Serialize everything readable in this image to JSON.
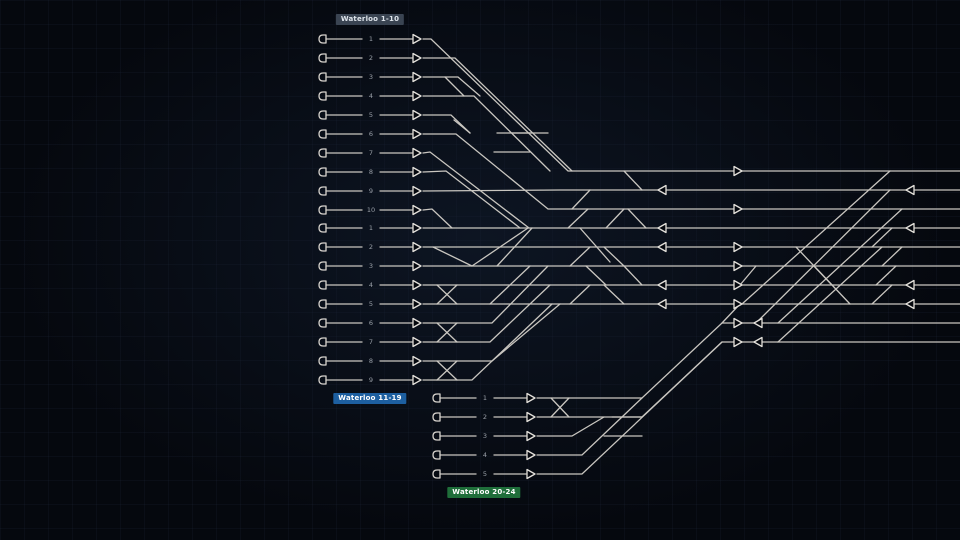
{
  "groups": [
    {
      "id": "w1",
      "label": "Waterloo 1-10",
      "color": "#3a4452",
      "text_color": "#dfe5ec",
      "platforms": [
        "1",
        "2",
        "3",
        "4",
        "5",
        "6",
        "7",
        "8",
        "9",
        "10"
      ]
    },
    {
      "id": "w2",
      "label": "Waterloo 11-19",
      "color": "#1d5fa0",
      "text_color": "#ffffff",
      "platforms": [
        "1",
        "2",
        "3",
        "4",
        "5",
        "6",
        "7",
        "8",
        "9"
      ]
    },
    {
      "id": "w3",
      "label": "Waterloo 20-24",
      "color": "#1f6e3a",
      "text_color": "#ffffff",
      "platforms": [
        "1",
        "2",
        "3",
        "4",
        "5"
      ]
    }
  ],
  "colors": {
    "track": "#c9c6c0",
    "buffer": "#d8d4ce",
    "signal": "#e4e1db",
    "platform_text": "#9aa0a8",
    "background": "#05080e"
  }
}
